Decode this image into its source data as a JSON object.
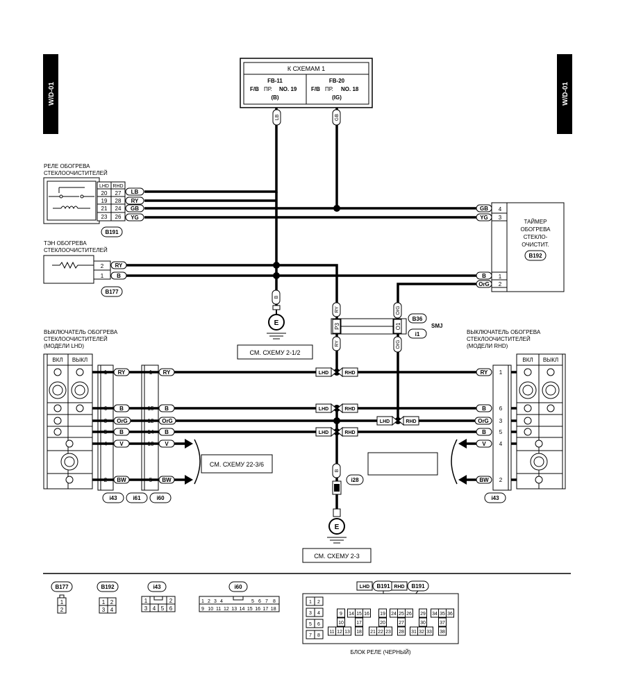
{
  "page_tag": "W/D-01",
  "top_box": {
    "title": "К СХЕМАМ 1",
    "left": {
      "fuse": "FB-11",
      "prefix": "F/B",
      "pr": "ПР.",
      "no": "NO. 19",
      "color": "(B)"
    },
    "right": {
      "fuse": "FB-20",
      "prefix": "F/B",
      "pr": "ПР.",
      "no": "NO. 18",
      "color": "(IG)"
    }
  },
  "relay": {
    "label_line1": "РЕЛЕ ОБОГРЕВА",
    "label_line2": "СТЕКЛООЧИСТИТЕЛЕЙ",
    "hdr_lhd": "LHD",
    "hdr_rhd": "RHD",
    "rows": [
      {
        "lhd": "20",
        "rhd": "27",
        "wire": "LB"
      },
      {
        "lhd": "19",
        "rhd": "28",
        "wire": "RY"
      },
      {
        "lhd": "21",
        "rhd": "24",
        "wire": "GB"
      },
      {
        "lhd": "23",
        "rhd": "26",
        "wire": "YG"
      }
    ],
    "connector": "B191"
  },
  "heater": {
    "label_line1": "ТЭН ОБОГРЕВА",
    "label_line2": "СТЕКЛООЧИСТИТЕЛЕЙ",
    "rows": [
      {
        "pin": "2",
        "wire": "RY"
      },
      {
        "pin": "1",
        "wire": "B"
      }
    ],
    "connector": "B177"
  },
  "timer": {
    "lines": [
      "ТАЙМЕР",
      "ОБОГРЕВА",
      "СТЕКЛО-",
      "ОЧИСТИТ."
    ],
    "connector": "B192",
    "pins_top": [
      {
        "wire": "GB",
        "pin": "4"
      },
      {
        "wire": "YG",
        "pin": "3"
      }
    ],
    "pins_bottom": [
      {
        "wire": "B",
        "pin": "1"
      },
      {
        "wire": "OrG",
        "pin": "2"
      }
    ]
  },
  "wire_tags": {
    "lb": "LB",
    "gb": "GB",
    "b": "B",
    "ry": "RY",
    "org": "OrG"
  },
  "smj": {
    "p3": "P3",
    "o1": "O1",
    "b36": "B36",
    "i1": "i1",
    "label": "SMJ"
  },
  "ground": {
    "symbol": "E",
    "ref1": "СМ. СХЕМУ 2-1/2",
    "ref2": "СМ. СХЕМУ 2-3",
    "i28": "i28"
  },
  "switch_lhd": {
    "lines": [
      "ВЫКЛЮЧАТЕЛЬ ОБОГРЕВА",
      "СТЕКЛООЧИСТИТЕЛЕЙ",
      "(МОДЕЛИ LHD)"
    ],
    "on": "ВКЛ",
    "off": "ВЫКЛ",
    "i43": [
      {
        "pin": "1",
        "wire": "RY"
      },
      {
        "pin": "6",
        "wire": "B"
      },
      {
        "pin": "3",
        "wire": "OrG"
      },
      {
        "pin": "5",
        "wire": "B"
      },
      {
        "pin": "4",
        "wire": "V"
      },
      {
        "pin": "2",
        "wire": "BW"
      }
    ],
    "i60": [
      {
        "pin": "1",
        "wire": "RY"
      },
      {
        "pin": "15",
        "wire": "B"
      },
      {
        "pin": "12",
        "wire": "OrG"
      },
      {
        "pin": "14",
        "wire": "B"
      },
      {
        "pin": "13",
        "wire": "V"
      },
      {
        "pin": "5",
        "wire": "BW"
      }
    ],
    "connectors": [
      "i43",
      "i61",
      "i60"
    ],
    "ref": "СМ. СХЕМУ 22-3/6"
  },
  "switch_rhd": {
    "lines": [
      "ВЫКЛЮЧАТЕЛЬ ОБОГРЕВА",
      "СТЕКЛООЧИСТИТЕЛЕЙ",
      "(МОДЕЛИ RHD)"
    ],
    "on": "ВКЛ",
    "off": "ВЫКЛ",
    "pins": [
      {
        "wire": "RY",
        "pin": "1"
      },
      {
        "wire": "B",
        "pin": "6"
      },
      {
        "wire": "OrG",
        "pin": "3"
      },
      {
        "wire": "B",
        "pin": "5"
      },
      {
        "wire": "V",
        "pin": "4"
      },
      {
        "wire": "BW",
        "pin": "2"
      }
    ],
    "connector": "i43"
  },
  "tags": {
    "lhd": "LHD",
    "rhd": "RHD"
  },
  "legend": {
    "b177": {
      "name": "B177",
      "pins": [
        "1",
        "2"
      ]
    },
    "b192": {
      "name": "B192",
      "pins": [
        "1",
        "2",
        "3",
        "4"
      ]
    },
    "i43": {
      "name": "i43",
      "pins": [
        "1",
        "2",
        "3",
        "4",
        "5",
        "6"
      ]
    },
    "i60": {
      "name": "i60",
      "row1": [
        "1",
        "2",
        "3",
        "4",
        "5",
        "6",
        "7",
        "8"
      ],
      "row2": [
        "9",
        "10",
        "11",
        "12",
        "13",
        "14",
        "15",
        "16",
        "17",
        "18"
      ]
    },
    "relay_block": {
      "lhd": "LHD",
      "rhd": "RHD",
      "conn": "B191",
      "left_col": [
        "1",
        "2",
        "3",
        "4",
        "5",
        "6",
        "7",
        "8"
      ],
      "mid": [
        "9",
        "10",
        "11",
        "12",
        "13",
        "14",
        "15",
        "16",
        "17",
        "18"
      ],
      "center": [
        "19",
        "20",
        "21",
        "22",
        "23",
        "24",
        "25",
        "26",
        "27",
        "28"
      ],
      "right": [
        "29",
        "30",
        "31",
        "32",
        "33",
        "34",
        "35",
        "36",
        "37",
        "38"
      ],
      "caption": "БЛОК РЕЛЕ (ЧЕРНЫЙ)"
    }
  }
}
